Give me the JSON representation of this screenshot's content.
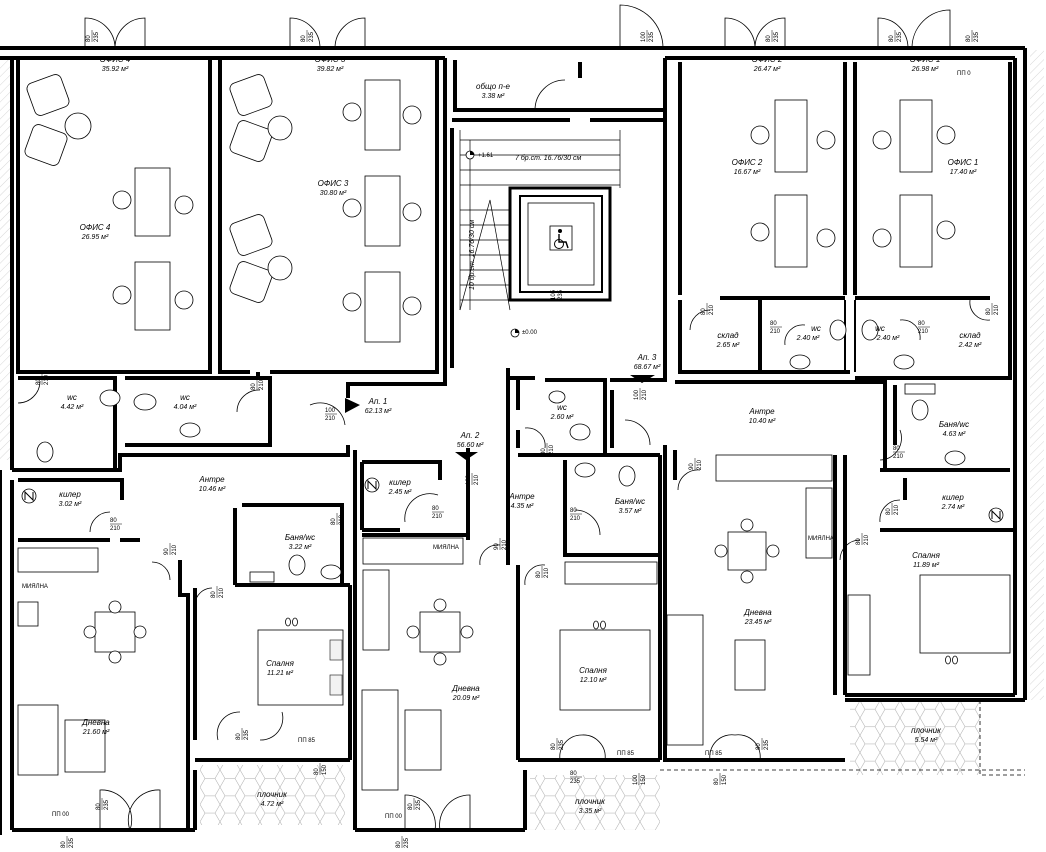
{
  "offices": [
    {
      "id": "ofis4",
      "name": "ОФИС 4",
      "area": "35.92 м²",
      "inner_name": "ОФИС 4",
      "inner_area": "26.95 м²"
    },
    {
      "id": "ofis3",
      "name": "ОФИС 3",
      "area": "39.82 м²",
      "inner_name": "ОФИС 3",
      "inner_area": "30.80 м²"
    },
    {
      "id": "ofis2",
      "name": "ОФИС 2",
      "area": "26.47 м²",
      "inner_name": "ОФИС 2",
      "inner_area": "16.67 м²"
    },
    {
      "id": "ofis1",
      "name": "ОФИС 1",
      "area": "26.98 м²",
      "inner_name": "ОФИС 1",
      "inner_area": "17.40 м²"
    }
  ],
  "common": {
    "name": "общо п-е",
    "area": "3.38 м²"
  },
  "stairs": {
    "upper": "7 бр.ст. 16.76/30 см",
    "lower": "10 бр.ст. 16.76/30 см",
    "level_top": "+1.61",
    "level_bottom": "±0.00"
  },
  "apartments": [
    {
      "id": "ap1",
      "name": "Ап. 1",
      "area": "62.13 м²"
    },
    {
      "id": "ap2",
      "name": "Ап. 2",
      "area": "56.60 м²"
    },
    {
      "id": "ap3",
      "name": "Ап. 3",
      "area": "68.67 м²"
    }
  ],
  "rooms": {
    "wc_o4": {
      "name": "wc",
      "area": "4.42 м²"
    },
    "wc_o3": {
      "name": "wc",
      "area": "4.04 м²"
    },
    "sklad2": {
      "name": "склад",
      "area": "2.65 м²"
    },
    "wc_o2": {
      "name": "wc",
      "area": "2.40 м²"
    },
    "wc_o1": {
      "name": "wc",
      "area": "2.40 м²"
    },
    "sklad1": {
      "name": "склад",
      "area": "2.42 м²"
    },
    "kiler1": {
      "name": "килер",
      "area": "3.02 м²"
    },
    "antre1": {
      "name": "Антре",
      "area": "10.46 м²"
    },
    "banya1": {
      "name": "Баня/wc",
      "area": "3.22 м²"
    },
    "spalnya1": {
      "name": "Спалня",
      "area": "11.21 м²"
    },
    "dnevna1": {
      "name": "Дневна",
      "area": "21.60 м²"
    },
    "plochnik1": {
      "name": "плочник",
      "area": "4.72 м²"
    },
    "wc2": {
      "name": "wc",
      "area": "2.60 м²"
    },
    "kiler2": {
      "name": "килер",
      "area": "2.45 м²"
    },
    "antre2": {
      "name": "Антре",
      "area": "4.35 м²"
    },
    "banya2": {
      "name": "Баня/wc",
      "area": "3.57 м²"
    },
    "dnevna2": {
      "name": "Дневна",
      "area": "20.09 м²"
    },
    "spalnya2": {
      "name": "Спалня",
      "area": "12.10 м²"
    },
    "plochnik2": {
      "name": "плочник",
      "area": "3.35 м²"
    },
    "antre3": {
      "name": "Антре",
      "area": "10.40 м²"
    },
    "banya3": {
      "name": "Баня/wc",
      "area": "4.63 м²"
    },
    "kiler3": {
      "name": "килер",
      "area": "2.74 м²"
    },
    "spalnya3": {
      "name": "Спалня",
      "area": "11.89 м²"
    },
    "dnevna3": {
      "name": "Дневна",
      "area": "23.45 м²"
    },
    "plochnik3": {
      "name": "плочник",
      "area": "5.54 м²"
    }
  },
  "door_dims": {
    "d80_235": [
      "80",
      "235"
    ],
    "d100_235": [
      "100",
      "235"
    ],
    "d80_210": [
      "80",
      "210"
    ],
    "d90_210": [
      "90",
      "210"
    ],
    "d100_210": [
      "100",
      "210"
    ],
    "d105_235": [
      "105",
      "235"
    ],
    "d80_150": [
      "80",
      "150"
    ],
    "d100_150": [
      "100",
      "150"
    ]
  },
  "window_labels": {
    "pp0": "ПП 0",
    "pp85": "ПП 85",
    "pp00": "ПП 00"
  },
  "appliance_labels": {
    "washer": "МИЯЛНА"
  },
  "colors": {
    "wall": "#000000",
    "background": "#ffffff",
    "paving_hatch": "#999999"
  }
}
